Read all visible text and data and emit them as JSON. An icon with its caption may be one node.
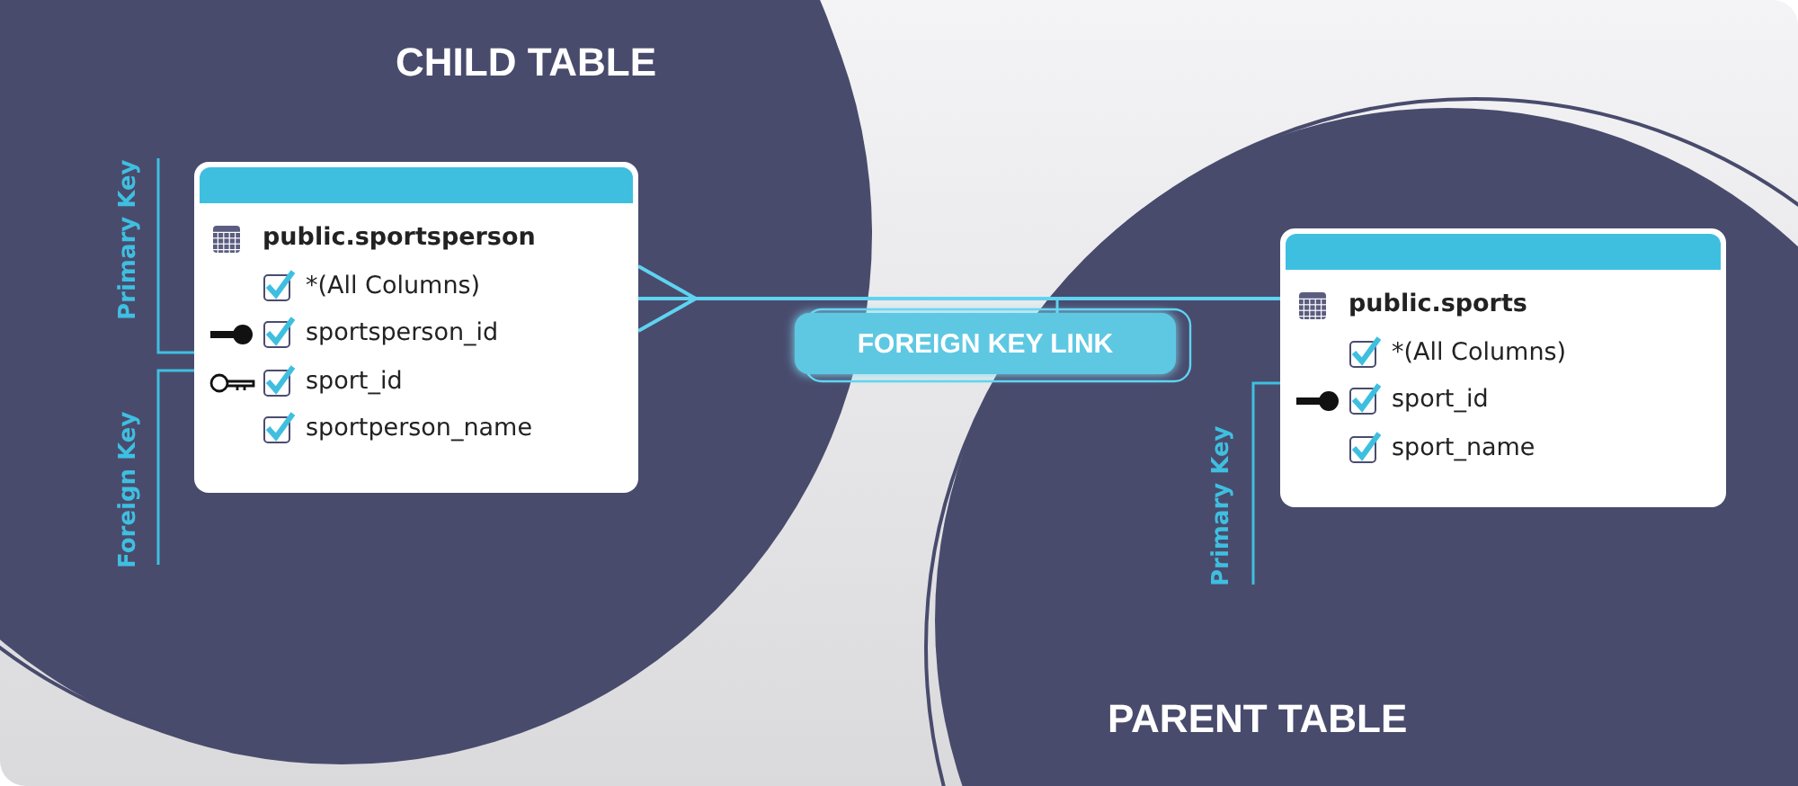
{
  "diagram": {
    "nodes": [
      {
        "text": [
          "public.sportsperson",
          "*(All Columns)",
          "sportsperson_id",
          "sport_id",
          "sportperson_name"
        ]
      },
      {
        "text": [
          "public.sports",
          "*(All Columns)",
          "sport_id",
          "sport_name"
        ]
      }
    ],
    "edges": [
      {
        "from": 0,
        "to": 1,
        "arrow": "other",
        "label": "FOREIGN KEY LINK"
      }
    ],
    "labels": [
      "CHILD TABLE",
      "Primary Key",
      "Foreign Key",
      "Primary Key",
      "PARENT TABLE"
    ]
  }
}
